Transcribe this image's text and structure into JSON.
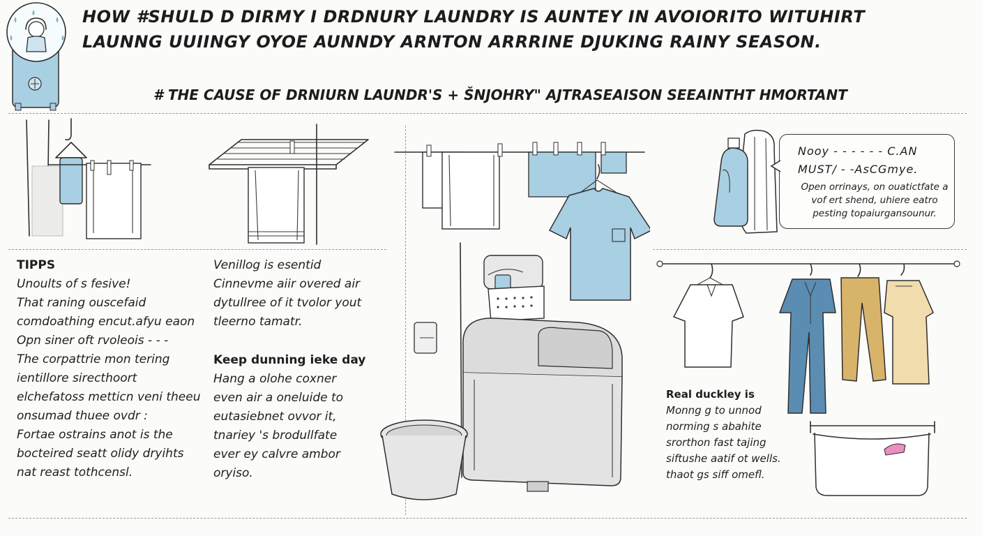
{
  "title": "HOW #SHULD D DIRMY I DRDNURY LAUNDRY IS AUNTEY IN AVOIORITO WITUHIRT LAUNNG UUIINGY OYOE AUNNDY ARNTON ARRRINE DJUKING RAINY SEASON.",
  "subtitle": "# THE CAUSE OF DRNIURN LAUNDR'S + ŠNJOHRY\" AJTRASEAISON SEEAINTHT HMORTANT",
  "note": {
    "line1": "Nooy - - - - - - C.AN",
    "line2": "MUST/  - -AsCGmye.",
    "body": "Open orrinays, on ouatictfate a vof ert shend, uhiere eatro pesting topaiurgansounur."
  },
  "tips": {
    "heading": "TIPPS",
    "lines": [
      "Unoults of s fesive!",
      "That raning ouscefaid",
      "comdoathing encut.afyu eaon",
      "Opn siner oft rvoleois - - -",
      "The corpattrie mon tering",
      "ientillore sirecthoort",
      "elchefatoss metticn veni theeu",
      "onsumad thuee ovdr :",
      "Fortae ostrains anot is the",
      "bocteired seatt olidy dryihts",
      "nat reast tothcensl."
    ]
  },
  "vent": {
    "heading": "Venillog is esentid",
    "lines": [
      "Cinnevme aiir overed air",
      "dytullree of it tvolor yout",
      "tleerno tamatr."
    ]
  },
  "keep": {
    "heading": "Keep dunning ieke day",
    "lines": [
      "Hang a olohe coxner",
      "even air a oneluide to",
      "eutasiebnet ovvor it,",
      "tnariey 's brodullfate",
      "ever ey calvre ambor",
      "oryiso."
    ]
  },
  "real": {
    "heading": "Real duckley is",
    "lines": [
      "Monng g to unnod",
      "norming s abahite",
      "srorthon fast tajing",
      "siftushe aatif ot wells.",
      "thaot gs siff omefl."
    ]
  },
  "colors": {
    "accent_blue": "#a9cfe2",
    "deep_blue": "#5b8db3",
    "mustard": "#d8b36a",
    "cream": "#f1dcae",
    "pink": "#ec8fc0",
    "grey": "#cfcfcf"
  },
  "icons": [
    "person-in-rain-icon",
    "drying-rack-icon",
    "wall-hook-icon",
    "clothesline-icon",
    "detergent-bottle-icon",
    "washing-machine-icon",
    "bucket-icon",
    "hanging-rod-icon",
    "laundry-basket-icon"
  ]
}
